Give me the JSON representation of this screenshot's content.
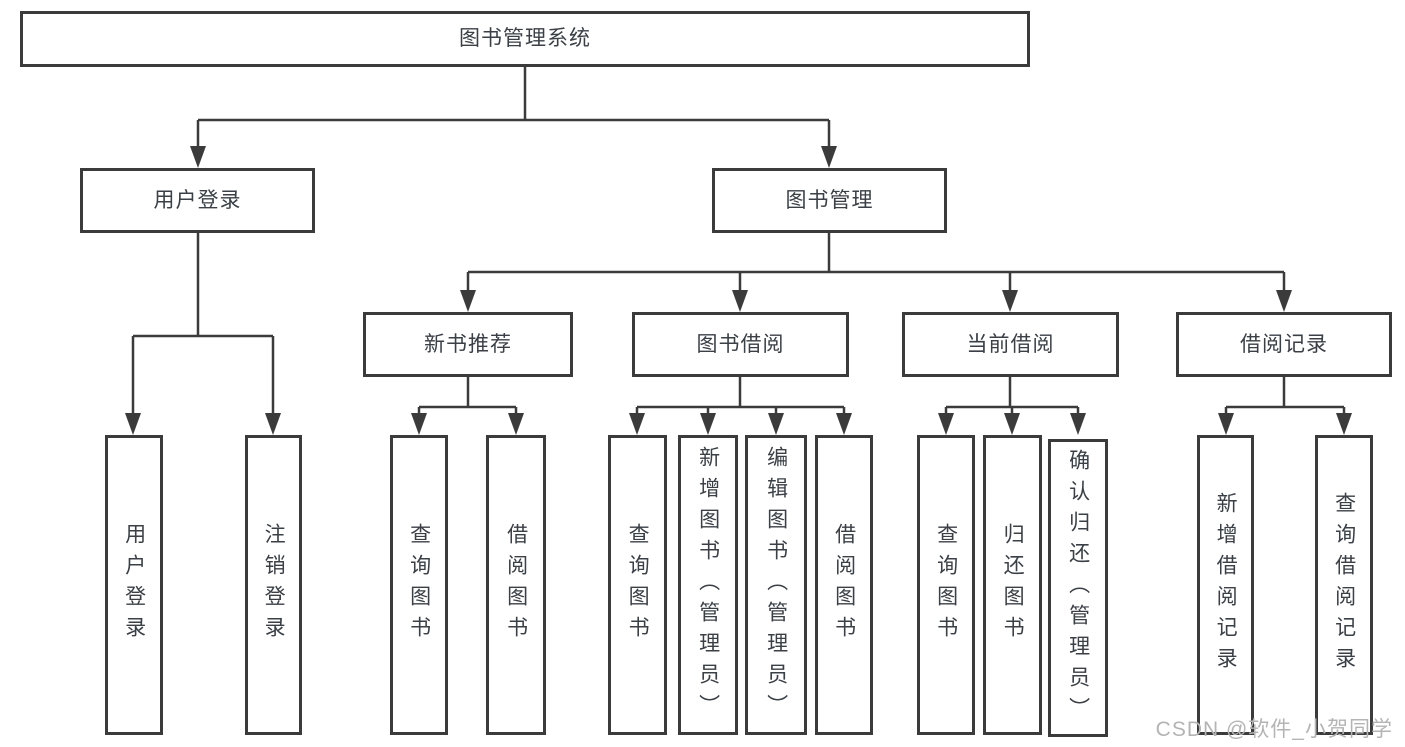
{
  "nodes": {
    "root": {
      "label": "图书管理系统"
    },
    "user_login": {
      "label": "用户登录"
    },
    "book_mgmt": {
      "label": "图书管理"
    },
    "new_books": {
      "label": "新书推荐"
    },
    "book_borrow": {
      "label": "图书借阅"
    },
    "current_borrow": {
      "label": "当前借阅"
    },
    "borrow_records": {
      "label": "借阅记录"
    },
    "leaf_user_login": {
      "label": "用户登录"
    },
    "leaf_logout": {
      "label": "注销登录"
    },
    "leaf_nb_query": {
      "label": "查询图书"
    },
    "leaf_nb_borrow": {
      "label": "借阅图书"
    },
    "leaf_bb_query": {
      "label": "查询图书"
    },
    "leaf_bb_add": {
      "label": "新增图书（管理员）"
    },
    "leaf_bb_edit": {
      "label": "编辑图书（管理员）"
    },
    "leaf_bb_borrow": {
      "label": "借阅图书"
    },
    "leaf_cb_query": {
      "label": "查询图书"
    },
    "leaf_cb_return": {
      "label": "归还图书"
    },
    "leaf_cb_confirm": {
      "label": "确认归还（管理员）"
    },
    "leaf_br_add": {
      "label": "新增借阅记录"
    },
    "leaf_br_query": {
      "label": "查询借阅记录"
    }
  },
  "edges": [
    {
      "from": "root",
      "to": "user_login"
    },
    {
      "from": "root",
      "to": "book_mgmt"
    },
    {
      "from": "user_login",
      "to": "leaf_user_login"
    },
    {
      "from": "user_login",
      "to": "leaf_logout"
    },
    {
      "from": "book_mgmt",
      "to": "new_books"
    },
    {
      "from": "book_mgmt",
      "to": "book_borrow"
    },
    {
      "from": "book_mgmt",
      "to": "current_borrow"
    },
    {
      "from": "book_mgmt",
      "to": "borrow_records"
    },
    {
      "from": "new_books",
      "to": "leaf_nb_query"
    },
    {
      "from": "new_books",
      "to": "leaf_nb_borrow"
    },
    {
      "from": "book_borrow",
      "to": "leaf_bb_query"
    },
    {
      "from": "book_borrow",
      "to": "leaf_bb_add"
    },
    {
      "from": "book_borrow",
      "to": "leaf_bb_edit"
    },
    {
      "from": "book_borrow",
      "to": "leaf_bb_borrow"
    },
    {
      "from": "current_borrow",
      "to": "leaf_cb_query"
    },
    {
      "from": "current_borrow",
      "to": "leaf_cb_return"
    },
    {
      "from": "current_borrow",
      "to": "leaf_cb_confirm"
    },
    {
      "from": "borrow_records",
      "to": "leaf_br_add"
    },
    {
      "from": "borrow_records",
      "to": "leaf_br_query"
    }
  ],
  "watermark": {
    "text": "CSDN @软件_小贺同学",
    "color": "#b4b4b4"
  },
  "colors": {
    "line": "#3b3b3b",
    "node_border": "#3b3b3b",
    "node_text": "#3a4046",
    "background": "#ffffff"
  }
}
